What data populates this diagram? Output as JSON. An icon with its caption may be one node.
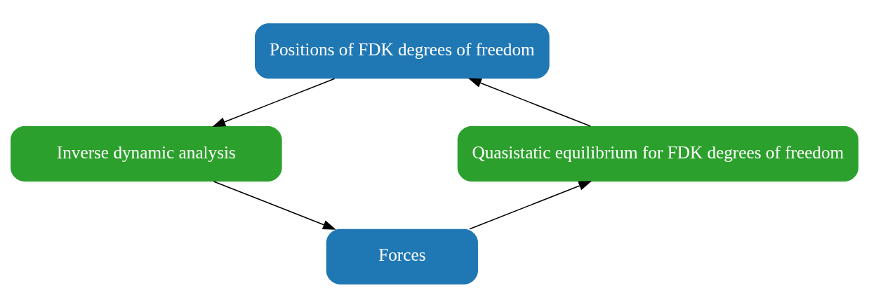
{
  "diagram": {
    "nodes": [
      {
        "text": [
          "Positions of FDK degrees of freedom"
        ]
      },
      {
        "text": [
          "Inverse dynamic analysis"
        ]
      },
      {
        "text": [
          "Forces"
        ]
      },
      {
        "text": [
          "Quasistatic equilibrium for FDK degrees of freedom"
        ]
      }
    ],
    "edges": [
      {
        "from": 0,
        "to": 1,
        "arrow": "to"
      },
      {
        "from": 1,
        "to": 2,
        "arrow": "to"
      },
      {
        "from": 2,
        "to": 3,
        "arrow": "to"
      },
      {
        "from": 3,
        "to": 0,
        "arrow": "to"
      }
    ]
  }
}
